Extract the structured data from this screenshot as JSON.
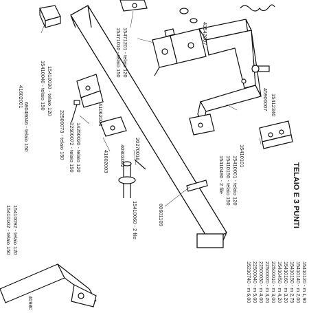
{
  "page": {
    "title": "TELAIO E 3 PUNTI"
  },
  "labels": {
    "l_6804": "68048046 - telaio 150",
    "l_4160": "41602001",
    "l_1541_top": "15410030 - telaio 120",
    "l_1541_150": "15410040 - telaio 150",
    "l_1547a": "15471201 - telaio 120",
    "l_1547b": "15471010 - telaio 150",
    "l_4354": "43542007",
    "l_4106": "41062003",
    "l_2250_a": "22500073 - telaio 150",
    "l_1425": "14250020 - telaio 120",
    "l_2250_b": "22500072 - telaio 150",
    "l_4108": "41602003",
    "l_4090": "40903002",
    "l_2027": "20270016",
    "l_1541_mid_a": "15410060 - 2 file",
    "l_1541_mid_b": "15410101",
    "l_1541_mid_c": "15410001 - telaio 120",
    "l_1541_mid_d": "15410150 - telaio 150",
    "l_1541_mid_e": "15410480 - 2 file",
    "l_6061": "60601109",
    "l_1541_low_a": "15410092 - telaio 120",
    "l_1541_low_b": "15410102 - telaio 150",
    "l_4590": "45900007",
    "l_1541_r": "15412340",
    "l_4098": "40980"
  },
  "lengths": [
    "15410120 - m 1,90",
    "15410140 - m 2,00",
    "15410150 - m 2,75",
    "15410160 - m 3,20",
    "15410450 - m 4,20",
    "22500010 - m 3,00",
    "22500020 - m 3,20",
    "22500030 - m 4,00",
    "22500040 - m 5,00",
    "15210740 - m 6,00"
  ]
}
